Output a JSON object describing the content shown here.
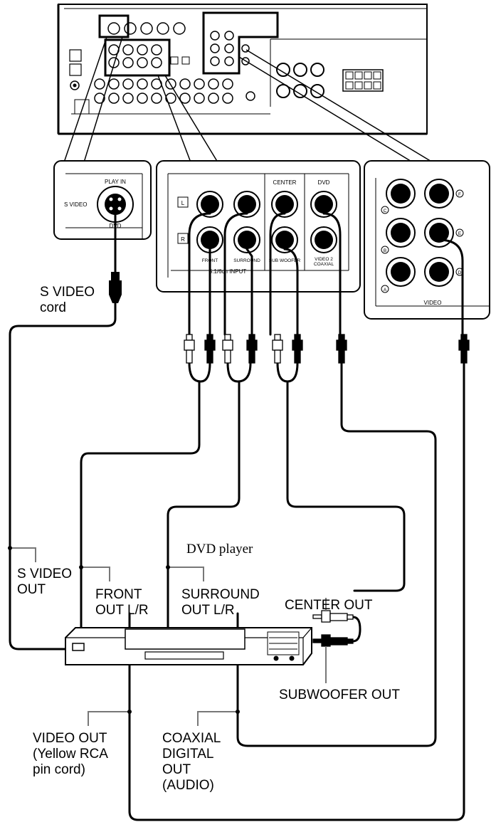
{
  "receiver_panel": {
    "svideo_detail": {
      "play_in": "PLAY IN",
      "s_video": "S VIDEO",
      "dvd": "DVD"
    },
    "six_ch_detail": {
      "l": "L",
      "r": "R",
      "front": "FRONT",
      "surround": "SURROUND",
      "subwoofer": "SUB WOOFER",
      "center": "CENTER",
      "dvd": "DVD",
      "video2_line1": "VIDEO 2",
      "video2_line2": "COAXIAL",
      "input": "5.1/6ch INPUT"
    },
    "video_detail": {
      "title": "VIDEO",
      "a": "A",
      "b": "B",
      "c": "C",
      "d": "D",
      "e": "E",
      "f": "F"
    }
  },
  "labels": {
    "s_video_cord_1": "S VIDEO",
    "s_video_cord_2": "cord",
    "dvd_player": "DVD player",
    "s_video_out_1": "S VIDEO",
    "s_video_out_2": "OUT",
    "front_out_1": "FRONT",
    "front_out_2": "OUT L/R",
    "surround_out_1": "SURROUND",
    "surround_out_2": "OUT L/R",
    "center_out": "CENTER OUT",
    "subwoofer_out": "SUBWOOFER OUT",
    "video_out_1": "VIDEO OUT",
    "video_out_2": "(Yellow RCA",
    "video_out_3": "pin cord)",
    "coaxial_1": "COAXIAL",
    "coaxial_2": "DIGITAL",
    "coaxial_3": "OUT",
    "coaxial_4": "(AUDIO)"
  }
}
